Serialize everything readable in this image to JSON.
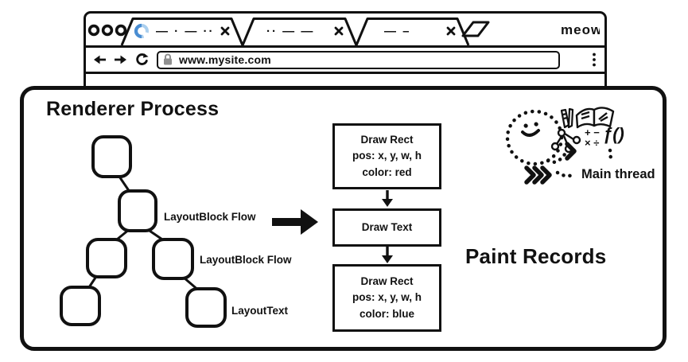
{
  "browser": {
    "brand": "meow",
    "tabs": [
      {
        "placeholder": "— · — ··",
        "loading": true
      },
      {
        "placeholder": "·· — —",
        "loading": false
      },
      {
        "placeholder": "— –",
        "loading": false
      }
    ],
    "address": {
      "url": "www.mysite.com"
    }
  },
  "renderer": {
    "title": "Renderer Process",
    "layout_tree": {
      "labels": [
        "LayoutBlock Flow",
        "LayoutBlock Flow",
        "LayoutText"
      ]
    },
    "paint_records": {
      "heading": "Paint Records",
      "boxes": [
        {
          "lines": [
            "Draw Rect",
            "pos: x, y, w, h",
            "color: red"
          ]
        },
        {
          "lines": [
            "Draw Text",
            "",
            ""
          ]
        },
        {
          "lines": [
            "Draw Rect",
            "pos: x, y, w, h",
            "color: blue"
          ]
        }
      ]
    },
    "main_thread": {
      "label": "Main thread",
      "math_row1": "+ −",
      "math_row2": "× ÷",
      "function_symbol": "ƒ()"
    }
  },
  "colors": {
    "ink": "#111111",
    "spinner_dark": "#4a8dd2",
    "spinner_light": "#abcfee",
    "lock_gray": "#8f8f8f"
  }
}
